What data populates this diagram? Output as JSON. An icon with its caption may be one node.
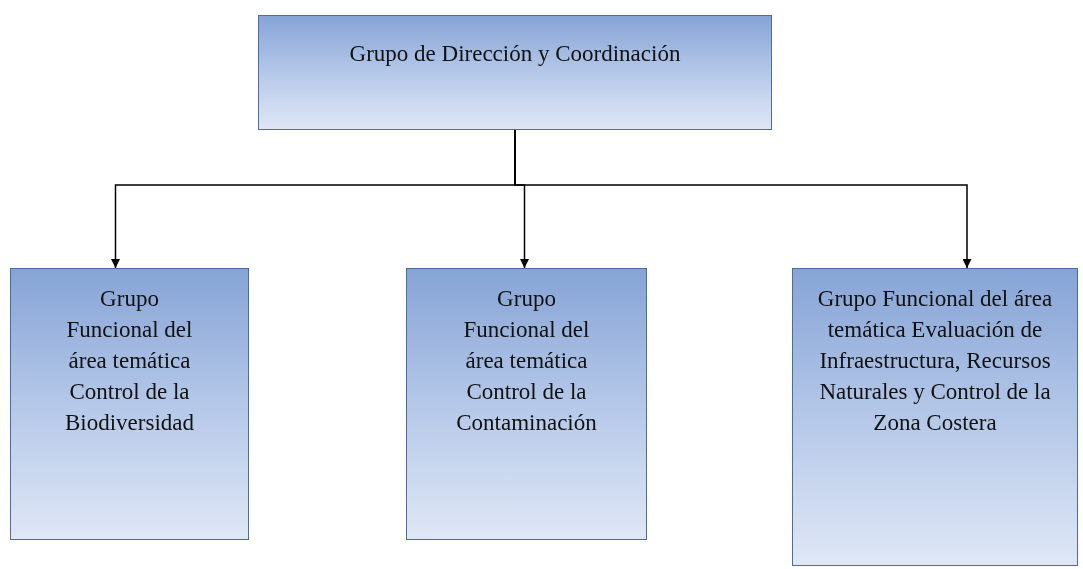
{
  "diagram": {
    "nodes": [
      {
        "text": [
          "Grupo de Dirección y Coordinación"
        ]
      },
      {
        "text": [
          "Grupo Funcional del área temática Control de la Biodiversidad"
        ]
      },
      {
        "text": [
          "Grupo Funcional del área temática Control de la Contaminación"
        ]
      },
      {
        "text": [
          "Grupo Funcional del área temática Evaluación de Infraestructura, Recursos Naturales y Control de la Zona Costera"
        ]
      }
    ],
    "edges": [
      {
        "from": 0,
        "to": 1,
        "arrow": "to"
      },
      {
        "from": 0,
        "to": 2,
        "arrow": "to"
      },
      {
        "from": 0,
        "to": 3,
        "arrow": "to"
      }
    ]
  }
}
